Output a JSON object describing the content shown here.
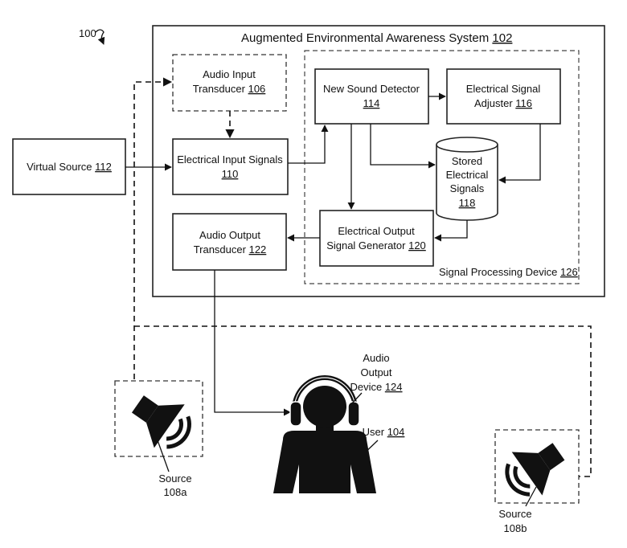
{
  "figure_ref": "100",
  "system": {
    "title": "Augmented Environmental Awareness System",
    "ref": "102"
  },
  "signal_processing_device": {
    "label": "Signal Processing Device",
    "ref": "126"
  },
  "audio_input_transducer": {
    "line1": "Audio Input",
    "line2": "Transducer",
    "ref": "106"
  },
  "electrical_input_signals": {
    "line1": "Electrical Input Signals",
    "ref": "110"
  },
  "virtual_source": {
    "label": "Virtual Source",
    "ref": "112"
  },
  "new_sound_detector": {
    "line1": "New Sound Detector",
    "ref": "114"
  },
  "electrical_signal_adjuster": {
    "line1": "Electrical Signal",
    "line2": "Adjuster",
    "ref": "116"
  },
  "stored_electrical_signals": {
    "line1": "Stored",
    "line2": "Electrical",
    "line3": "Signals",
    "ref": "118"
  },
  "electrical_output_signal_generator": {
    "line1": "Electrical Output",
    "line2": "Signal Generator",
    "ref": "120"
  },
  "audio_output_transducer": {
    "line1": "Audio Output",
    "line2": "Transducer",
    "ref": "122"
  },
  "audio_output_device": {
    "line1": "Audio",
    "line2": "Output",
    "line3": "Device",
    "ref": "124"
  },
  "user": {
    "label": "User",
    "ref": "104"
  },
  "source_a": {
    "line1": "Source",
    "line2": "108a"
  },
  "source_b": {
    "line1": "Source",
    "line2": "108b"
  }
}
